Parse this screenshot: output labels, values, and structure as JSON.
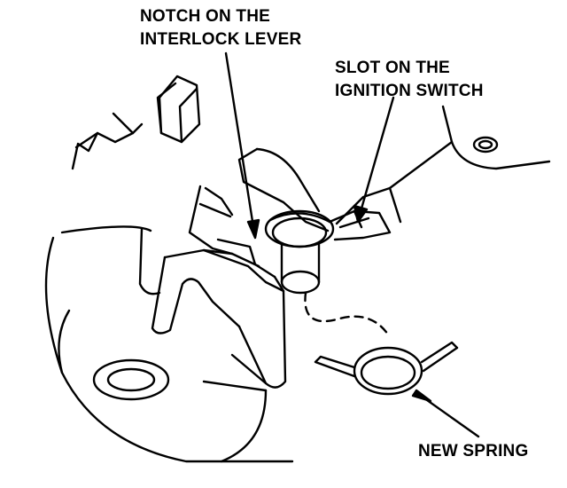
{
  "labels": {
    "notch": {
      "line1": "NOTCH ON THE",
      "line2": "INTERLOCK LEVER"
    },
    "slot": {
      "line1": "SLOT ON THE",
      "line2": "IGNITION SWITCH"
    },
    "spring": {
      "line1": "NEW SPRING"
    }
  },
  "colors": {
    "ink": "#000000",
    "paper": "#ffffff"
  }
}
